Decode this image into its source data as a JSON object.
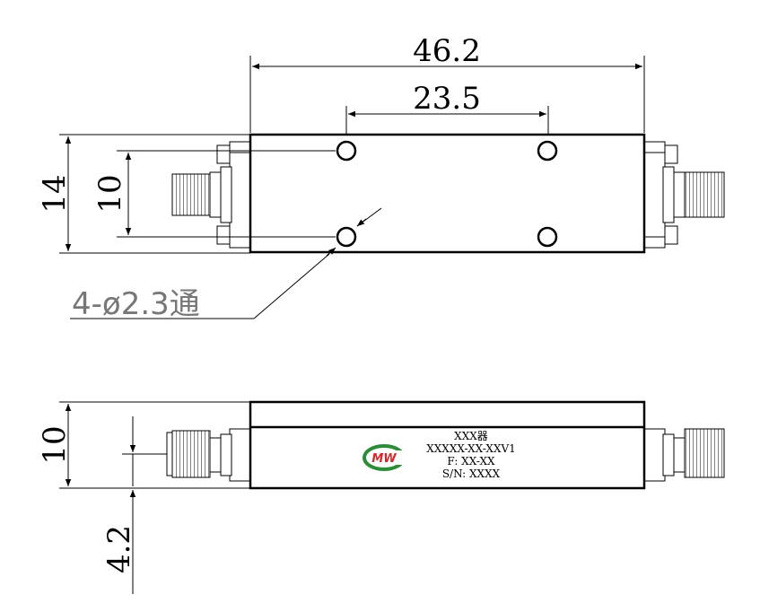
{
  "top_view": {
    "dim_length": "46.2",
    "dim_hole_spacing": "23.5",
    "dim_height": "14",
    "dim_hole_pitch": "10",
    "hole_note": "4-ø2.3通"
  },
  "side_view": {
    "dim_height": "10",
    "dim_connector_offset": "4.2",
    "label": {
      "line1": "XXX器",
      "line2": "XXXXX-XX-XXV1",
      "line3": "F: XX-XX",
      "line4": "S/N: XXXX"
    },
    "logo": {
      "text": "MW",
      "ring_color": "#2e8b3a",
      "text_color": "#d9262b"
    }
  }
}
